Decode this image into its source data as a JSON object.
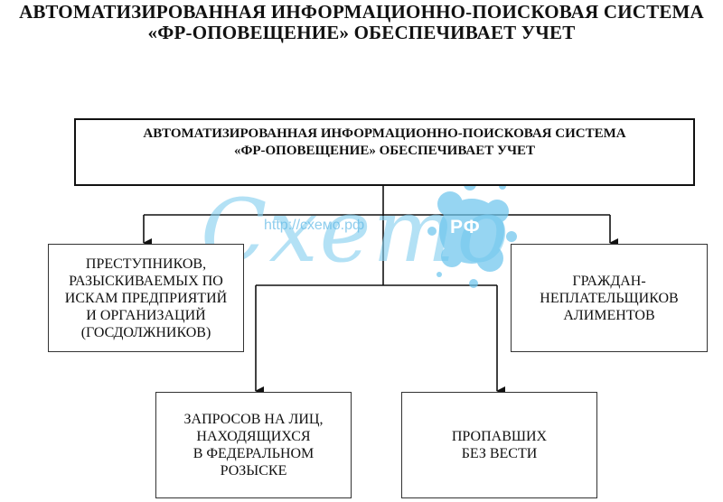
{
  "title": {
    "line1": "АВТОМАТИЗИРОВАННАЯ ИНФОРМАЦИОННО-ПОИСКОВАЯ СИСТЕМА",
    "line2": "«ФР-ОПОВЕЩЕНИЕ» ОБЕСПЕЧИВАЕТ УЧЕТ"
  },
  "root": {
    "line1": "АВТОМАТИЗИРОВАННАЯ ИНФОРМАЦИОННО-ПОИСКОВАЯ СИСТЕМА",
    "line2": "«ФР-ОПОВЕЩЕНИЕ» ОБЕСПЕЧИВАЕТ УЧЕТ"
  },
  "nodes": {
    "left": [
      "ПРЕСТУПНИКОВ,",
      "РАЗЫСКИВАЕМЫХ ПО",
      "ИСКАМ ПРЕДПРИЯТИЙ",
      "И ОРГАНИЗАЦИЙ",
      "(ГОСДОЛЖНИКОВ)"
    ],
    "right": [
      "ГРАЖДАН-",
      "НЕПЛАТЕЛЬЩИКОВ",
      "АЛИМЕНТОВ"
    ],
    "bottom_left": [
      "ЗАПРОСОВ НА ЛИЦ,",
      "НАХОДЯЩИХСЯ",
      "В ФЕДЕРАЛЬНОМ",
      "РОЗЫСКЕ"
    ],
    "bottom_right": [
      "ПРОПАВШИХ",
      "БЕЗ ВЕСТИ"
    ]
  },
  "watermark": {
    "logo": "Cxemo",
    "badge": "РФ",
    "url": "http://схемо.рф"
  },
  "colors": {
    "line": "#111111",
    "watermark": "#86cfef"
  }
}
